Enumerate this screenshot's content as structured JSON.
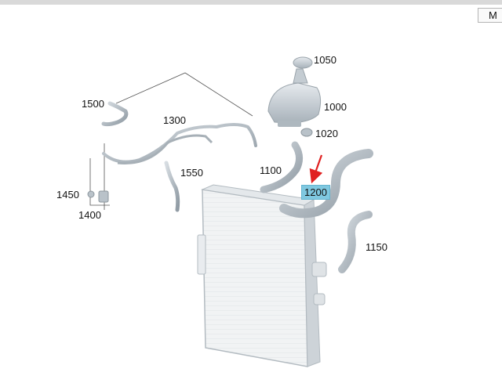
{
  "toolbar": {
    "corner_button_label": "M"
  },
  "diagram": {
    "highlighted_part": "1200",
    "highlight_color": "#7fc8e0",
    "arrow_color": "#e02020",
    "part_color": "#b9c2c9",
    "labels": [
      {
        "id": "1050",
        "text": "1050"
      },
      {
        "id": "1000",
        "text": "1000"
      },
      {
        "id": "1500",
        "text": "1500"
      },
      {
        "id": "1300",
        "text": "1300"
      },
      {
        "id": "1020",
        "text": "1020"
      },
      {
        "id": "1100",
        "text": "1100"
      },
      {
        "id": "1550",
        "text": "1550"
      },
      {
        "id": "1200",
        "text": "1200"
      },
      {
        "id": "1450",
        "text": "1450"
      },
      {
        "id": "1400",
        "text": "1400"
      },
      {
        "id": "1150",
        "text": "1150"
      }
    ]
  }
}
